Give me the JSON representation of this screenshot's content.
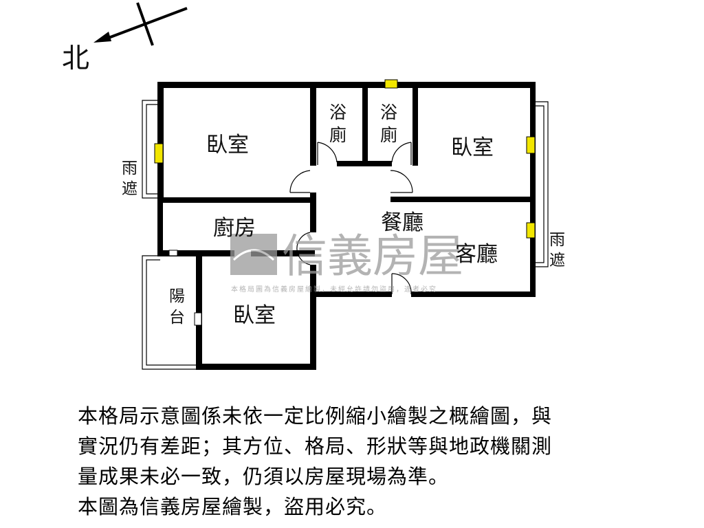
{
  "compass": {
    "north_label": "北"
  },
  "rooms": {
    "bedroom_nw": "臥室",
    "bath_1": [
      "浴",
      "廁"
    ],
    "bath_2": [
      "浴",
      "廁"
    ],
    "bedroom_ne": "臥室",
    "kitchen": "廚房",
    "dining": "餐廳",
    "living": "客廳",
    "bedroom_sw": "臥室",
    "balcony": [
      "陽",
      "台"
    ],
    "canopy_left": [
      "雨",
      "遮"
    ],
    "canopy_right": [
      "雨",
      "遮"
    ]
  },
  "watermark": {
    "brand": "信義房屋",
    "notice": "本格局圖為信義房屋繪製，未經允許請勿盜用，違者必究"
  },
  "colors": {
    "wall": "#000000",
    "window": "#f2e600",
    "watermark": "#9a9a9a"
  },
  "notes": [
    "本格局示意圖係未依一定比例縮小繪製之概繪圖，與",
    "實況仍有差距；其方位、格局、形狀等與地政機關測",
    "量成果未必一致，仍須以房屋現場為準。",
    "本圖為信義房屋繪製，盜用必究。"
  ]
}
